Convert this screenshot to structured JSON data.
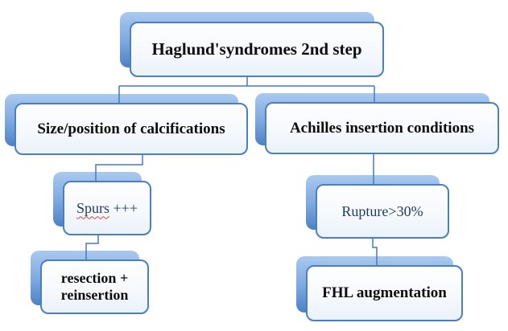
{
  "diagram": {
    "nodes": {
      "root": "Haglund'syndromes 2nd step",
      "left_branch": "Size/position of calcifications",
      "right_branch": "Achilles insertion conditions",
      "spurs_word": "Spurs",
      "spurs_suffix": " +++",
      "rupture": "Rupture>30%",
      "resection": "resection + reinsertion",
      "fhl": "FHL augmentation"
    }
  },
  "colors": {
    "accent": "#4a7fc1",
    "shadow_top": "#a9c9ef",
    "shadow_mid": "#7fa9e0",
    "shadow_bottom": "#4d81c5",
    "connector": "#4a79b5",
    "navy": "#1f3c68",
    "squiggle": "#e0443a",
    "ink": "#0d0d0d"
  }
}
